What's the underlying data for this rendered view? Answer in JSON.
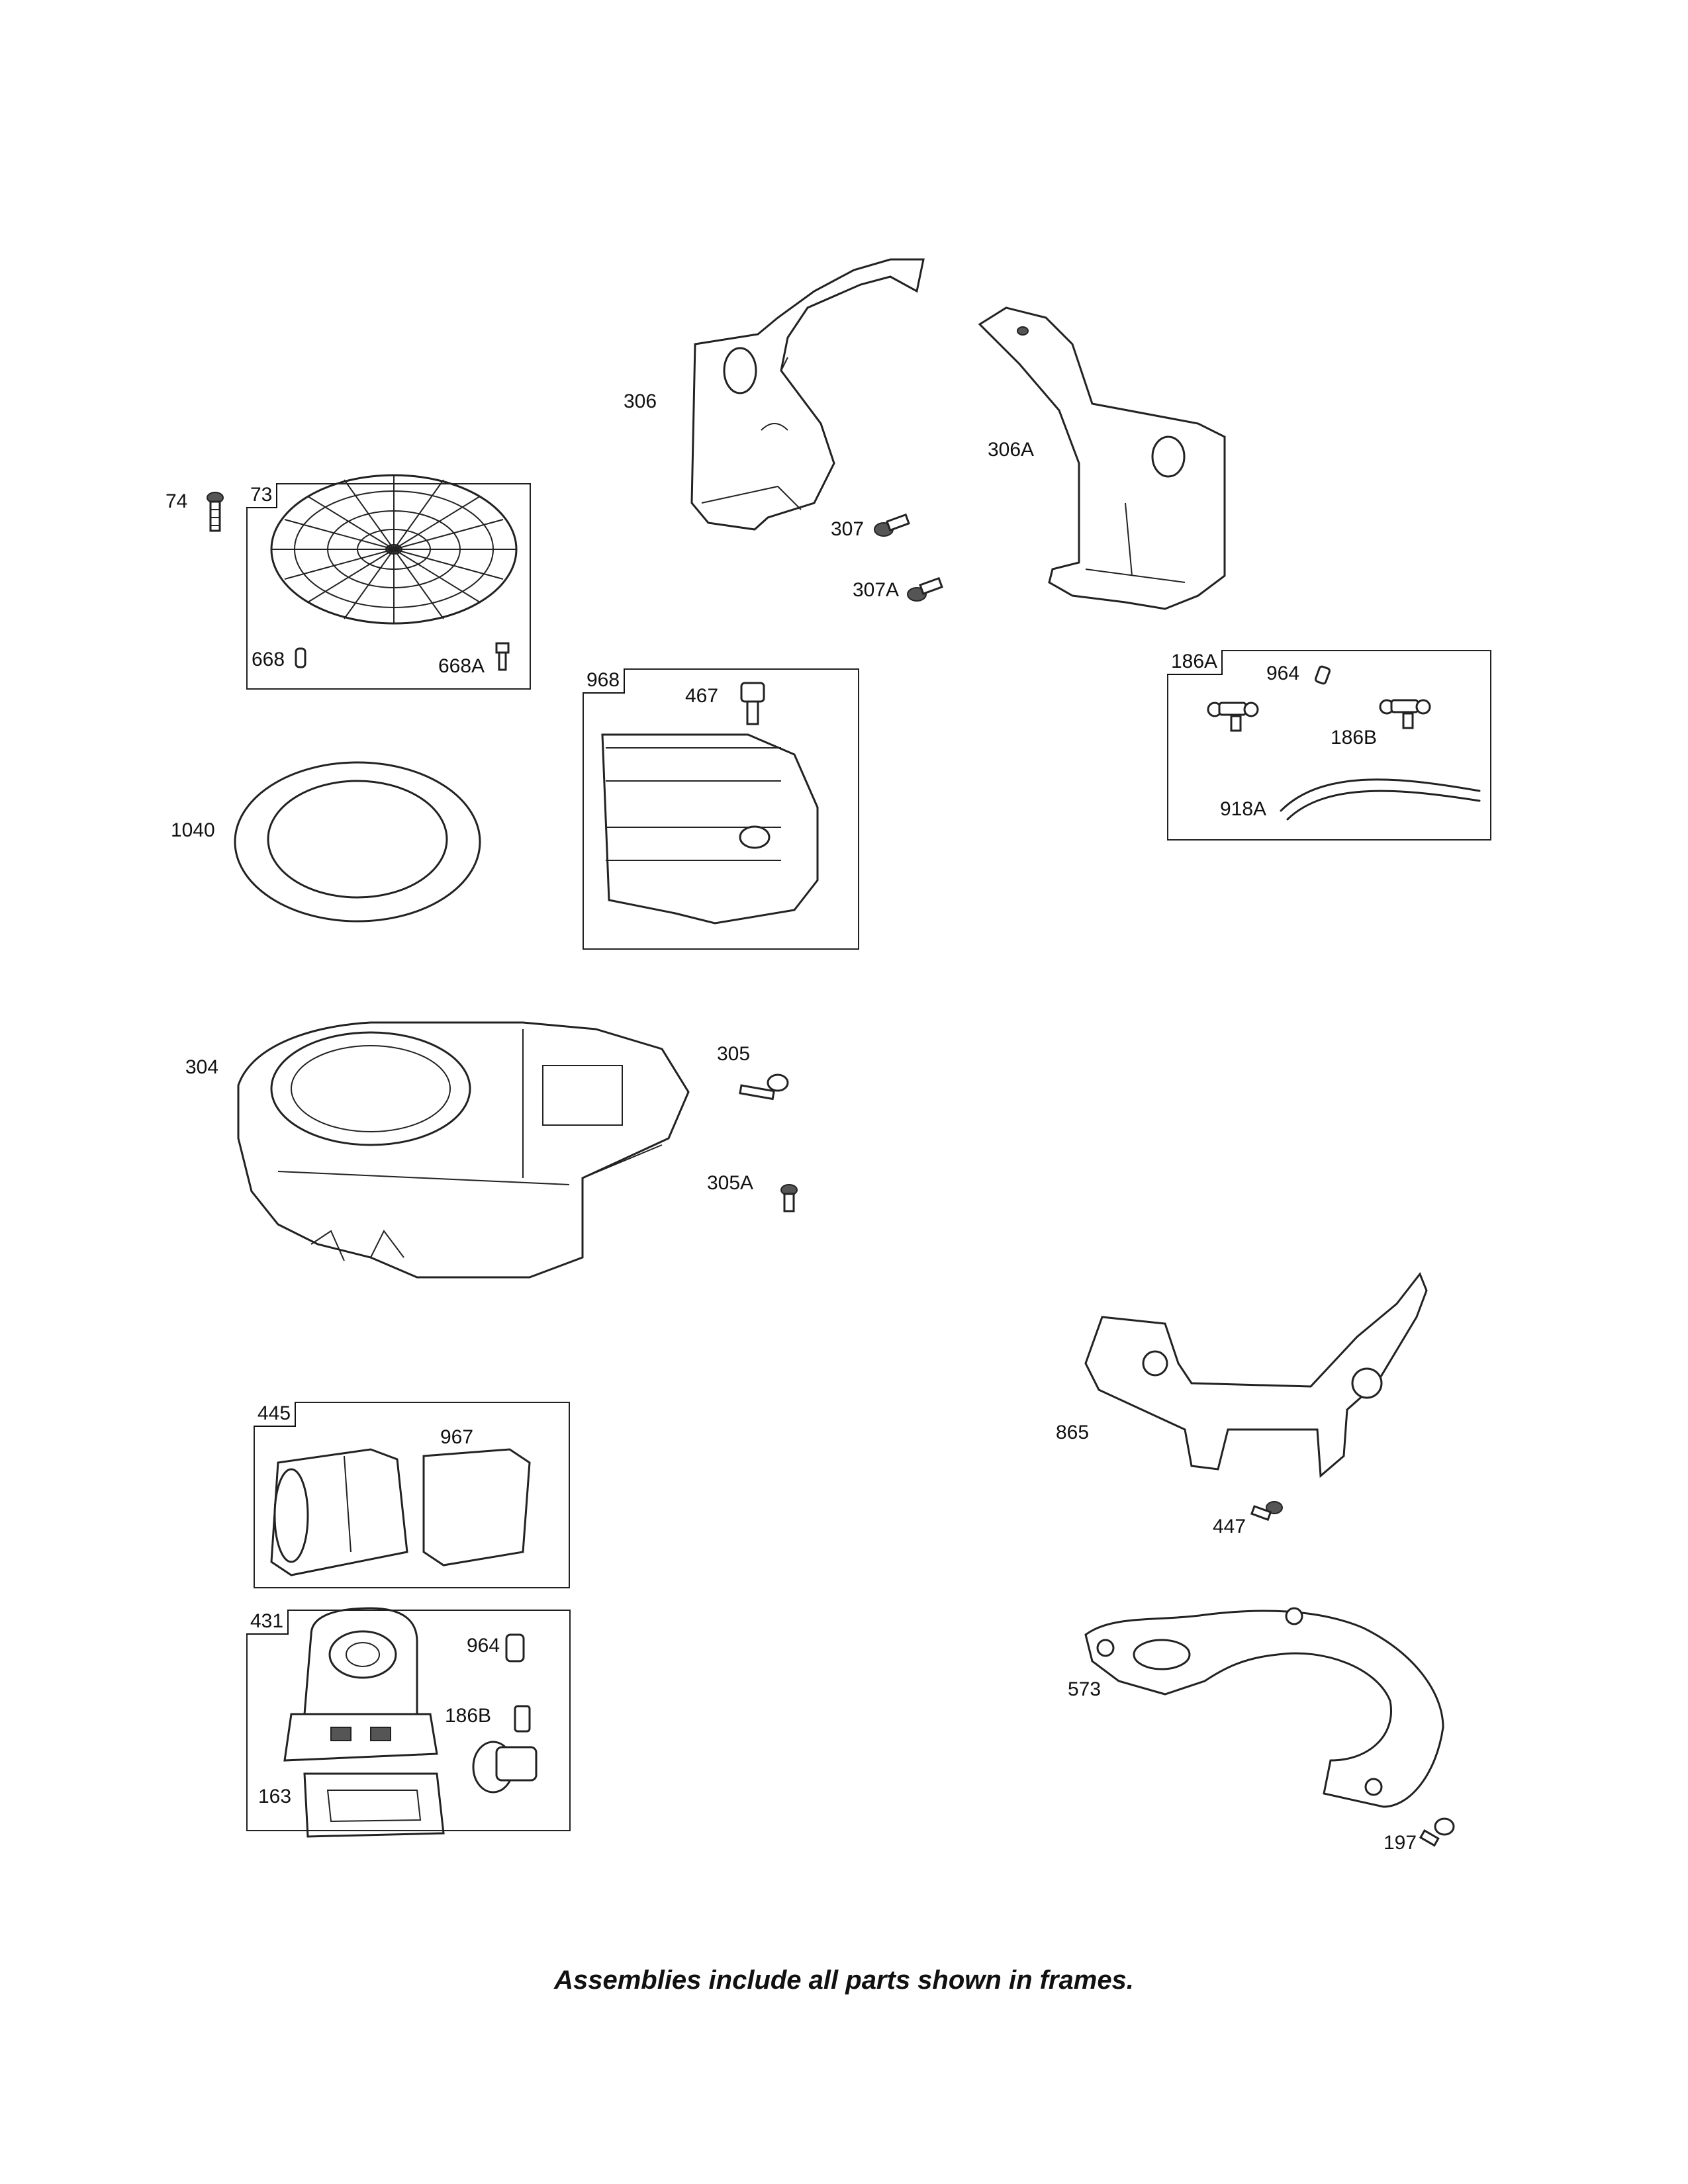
{
  "parts": {
    "p74": "74",
    "p73": "73",
    "p668": "668",
    "p668A": "668A",
    "p306": "306",
    "p306A": "306A",
    "p307": "307",
    "p307A": "307A",
    "p968": "968",
    "p467": "467",
    "p186A": "186A",
    "p964_top": "964",
    "p186B_top": "186B",
    "p918A": "918A",
    "p1040": "1040",
    "p304": "304",
    "p305": "305",
    "p305A": "305A",
    "p445": "445",
    "p967": "967",
    "p865": "865",
    "p447": "447",
    "p431": "431",
    "p964_bot": "964",
    "p186B_bot": "186B",
    "p163": "163",
    "p573": "573",
    "p197": "197"
  },
  "footer": {
    "note": "Assemblies include all parts shown in frames."
  }
}
